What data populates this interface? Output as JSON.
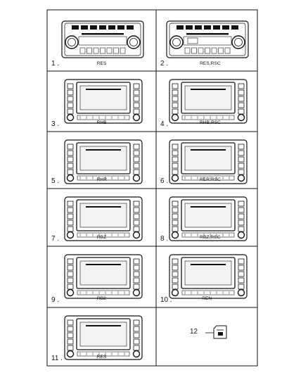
{
  "panels": [
    {
      "number": "1",
      "code": "RES",
      "variant": "res"
    },
    {
      "number": "2",
      "code": "RES,RSC",
      "variant": "res"
    },
    {
      "number": "3",
      "code": "RHB",
      "variant": "screen"
    },
    {
      "number": "4",
      "code": "RHB,RSC",
      "variant": "screen"
    },
    {
      "number": "5",
      "code": "RHR",
      "variant": "screen"
    },
    {
      "number": "6",
      "code": "RER,RSC",
      "variant": "screen"
    },
    {
      "number": "7",
      "code": "RBZ",
      "variant": "screen"
    },
    {
      "number": "8",
      "code": "RBZ,RSC",
      "variant": "screen"
    },
    {
      "number": "9",
      "code": "RB2",
      "variant": "screen"
    },
    {
      "number": "10",
      "code": "REN",
      "variant": "screen"
    },
    {
      "number": "11",
      "code": "RES",
      "variant": "screen"
    },
    {
      "number": "12",
      "code": "",
      "variant": "sd-card"
    }
  ],
  "colors": {
    "line": "#111111",
    "fill": "#ffffff",
    "screen": "#f2f2f2"
  }
}
